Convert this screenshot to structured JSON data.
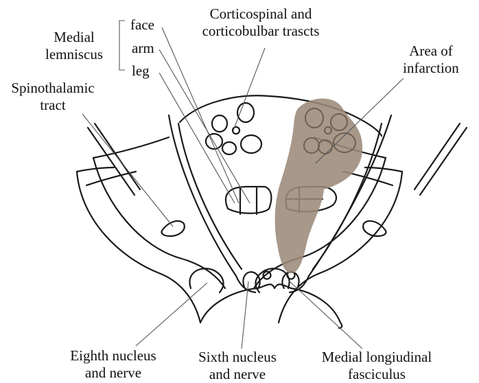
{
  "labels": {
    "medial_lemniscus": [
      "Medial",
      "lemniscus"
    ],
    "face": "face",
    "arm": "arm",
    "leg": "leg",
    "corticospinal": [
      "Corticospinal and",
      "corticobulbar trascts"
    ],
    "infarction": [
      "Area of",
      "infarction"
    ],
    "spinothalamic": [
      "Spinothalamic",
      "tract"
    ],
    "eighth_nucleus": [
      "Eighth nucleus",
      "and nerve"
    ],
    "sixth_nucleus": [
      "Sixth nucleus",
      "and nerve"
    ],
    "mlf": [
      "Medial longiudinal",
      "fasciculus"
    ]
  },
  "colors": {
    "outline": "#1a1a1a",
    "leader": "#555555",
    "infarction_fill": "#9b8a7a"
  }
}
